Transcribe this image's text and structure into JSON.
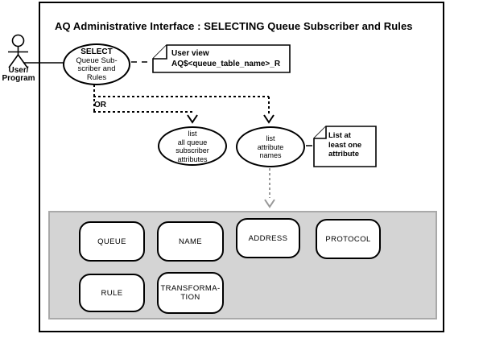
{
  "title": "AQ Administrative Interface : SELECTING Queue Subscriber and Rules",
  "actor": {
    "line1": "User/",
    "line2": "Program"
  },
  "select_usecase": {
    "line1": "SELECT",
    "line2": "Queue Sub-",
    "line3": "scriber and",
    "line4": "Rules"
  },
  "note_user_view": {
    "line1": "User view",
    "line2": "AQ$<queue_table_name>_R"
  },
  "or_label": "OR",
  "list_all_usecase": {
    "line1": "list",
    "line2": "all queue",
    "line3": "subscriber",
    "line4": "attributes"
  },
  "list_attr_usecase": {
    "line1": "list",
    "line2": "attribute",
    "line3": "names"
  },
  "note_attribute": {
    "line1": "List at",
    "line2": "least one",
    "line3": "attribute"
  },
  "attributes_panel": {
    "queue": "QUEUE",
    "name": "NAME",
    "address": "ADDRESS",
    "protocol": "PROTOCOL",
    "rule": "RULE",
    "transformation_line1": "TRANSFORMA-",
    "transformation_line2": "TION"
  },
  "colors": {
    "line": "#000000",
    "panel_fill": "#d4d4d4",
    "panel_border": "#a9a9a9",
    "muted_arrow": "#999999"
  }
}
